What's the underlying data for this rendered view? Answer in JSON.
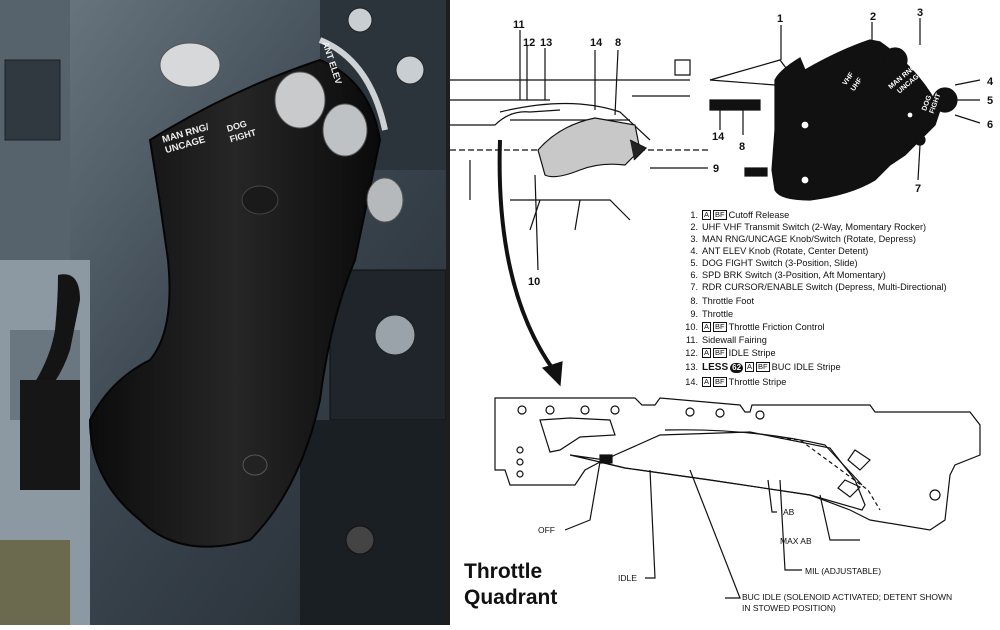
{
  "photo": {
    "labels": [
      "MAN RNG/",
      "UNCAGE",
      "DOG",
      "FIGHT",
      "ANT ELEV"
    ]
  },
  "diagram": {
    "top_callouts": [
      "11",
      "12",
      "13",
      "14",
      "8",
      "9",
      "10"
    ],
    "grip_callouts": [
      "1",
      "2",
      "3",
      "4",
      "5",
      "6",
      "7",
      "14",
      "8"
    ],
    "grip_labels": [
      "VHF",
      "UHF",
      "MAN RNG/",
      "UNCAGE",
      "DOG",
      "FIGHT"
    ],
    "legend": [
      {
        "num": "1.",
        "boxes": [
          "A",
          "BF"
        ],
        "text": "Cutoff Release"
      },
      {
        "num": "2.",
        "boxes": [],
        "text": "UHF VHF Transmit Switch (2-Way, Momentary Rocker)"
      },
      {
        "num": "3.",
        "boxes": [],
        "text": "MAN RNG/UNCAGE Knob/Switch (Rotate, Depress)"
      },
      {
        "num": "4.",
        "boxes": [],
        "text": "ANT ELEV Knob (Rotate, Center Detent)"
      },
      {
        "num": "5.",
        "boxes": [],
        "text": "DOG FIGHT Switch (3-Position, Slide)"
      },
      {
        "num": "6.",
        "boxes": [],
        "text": "SPD BRK Switch (3-Position, Aft Momentary)"
      },
      {
        "num": "7.",
        "boxes": [],
        "text": "RDR CURSOR/ENABLE Switch (Depress, Multi-Directional)"
      },
      {
        "num": "8.",
        "boxes": [],
        "text": "Throttle Foot"
      },
      {
        "num": "9.",
        "boxes": [],
        "text": "Throttle"
      },
      {
        "num": "10.",
        "boxes": [
          "A",
          "BF"
        ],
        "text": "Throttle Friction Control"
      },
      {
        "num": "11.",
        "boxes": [],
        "text": "Sidewall Fairing"
      },
      {
        "num": "12.",
        "boxes": [
          "A",
          "BF"
        ],
        "text": "IDLE Stripe"
      },
      {
        "num": "13.",
        "less": "LESS",
        "badge": "62",
        "boxes": [
          "A",
          "BF"
        ],
        "text": "BUC IDLE Stripe"
      },
      {
        "num": "14.",
        "boxes": [
          "A",
          "BF"
        ],
        "text": "Throttle Stripe"
      }
    ],
    "quadrant_labels": {
      "off": "OFF",
      "idle": "IDLE",
      "ab": "AB",
      "max_ab": "MAX AB",
      "mil": "MIL (ADJUSTABLE)",
      "buc_idle_1": "BUC IDLE (SOLENOID ACTIVATED; DETENT SHOWN",
      "buc_idle_2": "IN STOWED POSITION)"
    },
    "title_line1": "Throttle",
    "title_line2": "Quadrant"
  }
}
